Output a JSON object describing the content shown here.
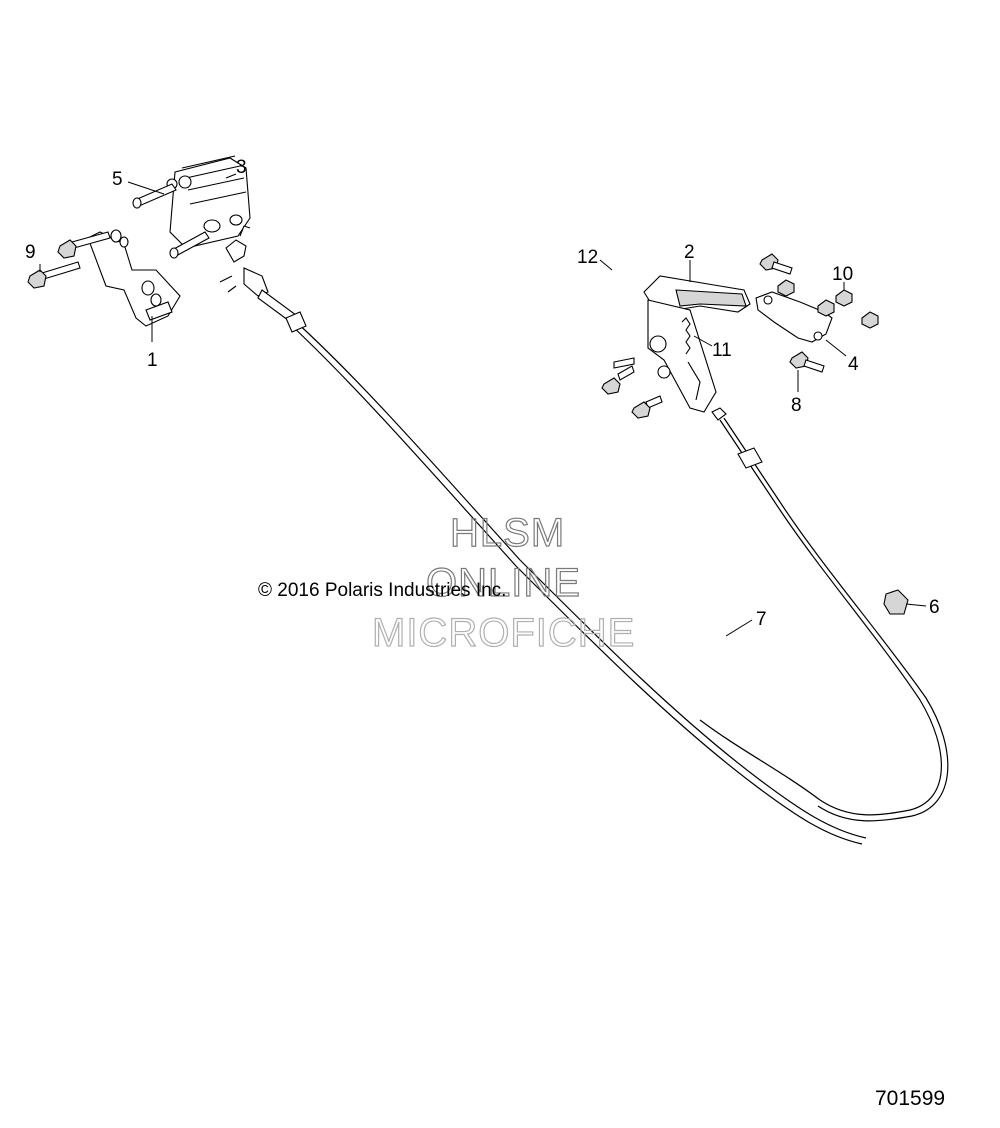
{
  "diagram": {
    "callouts": [
      {
        "id": "1",
        "label": "1"
      },
      {
        "id": "2",
        "label": "2"
      },
      {
        "id": "3",
        "label": "3"
      },
      {
        "id": "4",
        "label": "4"
      },
      {
        "id": "5",
        "label": "5"
      },
      {
        "id": "6",
        "label": "6"
      },
      {
        "id": "7",
        "label": "7"
      },
      {
        "id": "8",
        "label": "8"
      },
      {
        "id": "9",
        "label": "9"
      },
      {
        "id": "10",
        "label": "10"
      },
      {
        "id": "11",
        "label": "11"
      },
      {
        "id": "12",
        "label": "12"
      }
    ],
    "copyright": "© 2016 Polaris Industries Inc.",
    "watermark": {
      "line1": "HLSM",
      "line2": "ONLINE",
      "line3": "MICROFICHE"
    },
    "drawing_number": "701599"
  }
}
